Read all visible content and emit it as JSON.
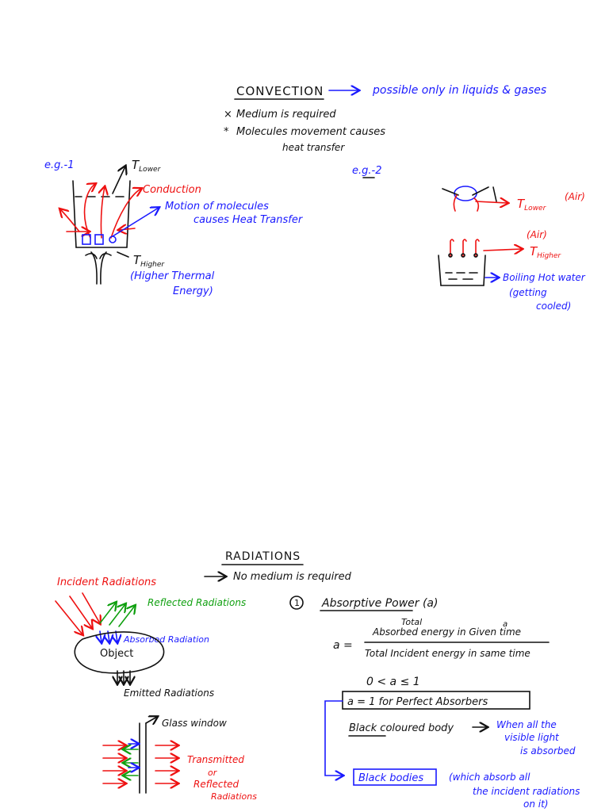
{
  "convection": {
    "title": "CONVECTION",
    "title_note": "possible only in liquids & gases",
    "point1": "Medium is required",
    "point2": "Molecules movement causes",
    "point2b": "heat transfer",
    "eg1": {
      "label": "e.g.-1",
      "t_lower": "T",
      "t_lower_sub": "Lower",
      "conduction": "Conduction",
      "motion": "Motion of molecules",
      "motion2": "causes Heat Transfer",
      "t_higher": "T",
      "t_higher_sub": "Higher",
      "energy1": "(Higher Thermal",
      "energy2": "Energy)"
    },
    "eg2": {
      "label": "e.g.-2",
      "t_lower": "T",
      "t_lower_sub": "Lower",
      "t_lower_note": "(Air)",
      "air": "(Air)",
      "t_higher": "T",
      "t_higher_sub": "Higher",
      "water1": "Boiling Hot water",
      "water2": "(getting",
      "water3": "cooled)"
    }
  },
  "radiation": {
    "title": "RADIATIONS",
    "note": "No medium is required",
    "incident": "Incident Radiations",
    "reflected": "Reflected Radiations",
    "absorbed": "Absorbed Radiation",
    "object": "Object",
    "emitted": "Emitted Radiations",
    "glass": "Glass window",
    "transmitted1": "Transmitted",
    "transmitted2": "or",
    "transmitted3": "Reflected",
    "transmitted4": "Radiations",
    "item_number": "1",
    "item_title": "Absorptive Power (a)",
    "frac_lhs": "a =",
    "frac_top_word": "Total",
    "frac_top_a": "a",
    "frac_num": "Absorbed energy in Given time",
    "frac_den": "Total Incident energy in same time",
    "ineq": "0 < a ≤ 1",
    "perfect": "a = 1  for Perfect Absorbers",
    "black_coloured": "Black coloured body",
    "visible1": "When all the",
    "visible2": "visible light",
    "visible3": "is absorbed",
    "black_bodies": "Black bodies",
    "absorb1": "(which absorb all",
    "absorb2": "the incident radiations",
    "absorb3": "on it)"
  }
}
